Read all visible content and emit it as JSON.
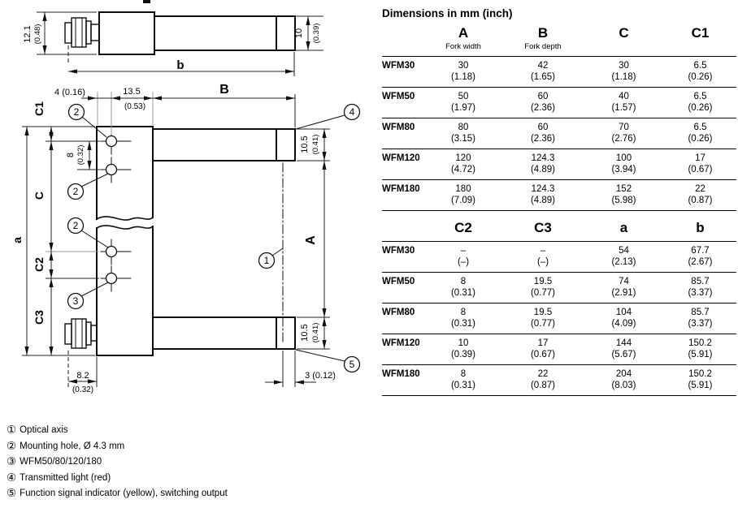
{
  "table": {
    "title": "Dimensions in mm (inch)",
    "sections": [
      {
        "headers": [
          {
            "label": "A",
            "sub": "Fork width"
          },
          {
            "label": "B",
            "sub": "Fork depth"
          },
          {
            "label": "C",
            "sub": ""
          },
          {
            "label": "C1",
            "sub": ""
          }
        ],
        "rows": [
          {
            "name": "WFM30",
            "v": [
              {
                "mm": "30",
                "in": "(1.18)"
              },
              {
                "mm": "42",
                "in": "(1.65)"
              },
              {
                "mm": "30",
                "in": "(1.18)"
              },
              {
                "mm": "6.5",
                "in": "(0.26)"
              }
            ]
          },
          {
            "name": "WFM50",
            "v": [
              {
                "mm": "50",
                "in": "(1.97)"
              },
              {
                "mm": "60",
                "in": "(2.36)"
              },
              {
                "mm": "40",
                "in": "(1.57)"
              },
              {
                "mm": "6.5",
                "in": "(0.26)"
              }
            ]
          },
          {
            "name": "WFM80",
            "v": [
              {
                "mm": "80",
                "in": "(3.15)"
              },
              {
                "mm": "60",
                "in": "(2.36)"
              },
              {
                "mm": "70",
                "in": "(2.76)"
              },
              {
                "mm": "6.5",
                "in": "(0.26)"
              }
            ]
          },
          {
            "name": "WFM120",
            "v": [
              {
                "mm": "120",
                "in": "(4.72)"
              },
              {
                "mm": "124.3",
                "in": "(4.89)"
              },
              {
                "mm": "100",
                "in": "(3.94)"
              },
              {
                "mm": "17",
                "in": "(0.67)"
              }
            ]
          },
          {
            "name": "WFM180",
            "v": [
              {
                "mm": "180",
                "in": "(7.09)"
              },
              {
                "mm": "124.3",
                "in": "(4.89)"
              },
              {
                "mm": "152",
                "in": "(5.98)"
              },
              {
                "mm": "22",
                "in": "(0.87)"
              }
            ]
          }
        ]
      },
      {
        "headers": [
          {
            "label": "C2",
            "sub": ""
          },
          {
            "label": "C3",
            "sub": ""
          },
          {
            "label": "a",
            "sub": ""
          },
          {
            "label": "b",
            "sub": ""
          }
        ],
        "rows": [
          {
            "name": "WFM30",
            "v": [
              {
                "mm": "–",
                "in": "(–)"
              },
              {
                "mm": "–",
                "in": "(–)"
              },
              {
                "mm": "54",
                "in": "(2.13)"
              },
              {
                "mm": "67.7",
                "in": "(2.67)"
              }
            ]
          },
          {
            "name": "WFM50",
            "v": [
              {
                "mm": "8",
                "in": "(0.31)"
              },
              {
                "mm": "19.5",
                "in": "(0.77)"
              },
              {
                "mm": "74",
                "in": "(2.91)"
              },
              {
                "mm": "85.7",
                "in": "(3.37)"
              }
            ]
          },
          {
            "name": "WFM80",
            "v": [
              {
                "mm": "8",
                "in": "(0.31)"
              },
              {
                "mm": "19.5",
                "in": "(0.77)"
              },
              {
                "mm": "104",
                "in": "(4.09)"
              },
              {
                "mm": "85.7",
                "in": "(3.37)"
              }
            ]
          },
          {
            "name": "WFM120",
            "v": [
              {
                "mm": "10",
                "in": "(0.39)"
              },
              {
                "mm": "17",
                "in": "(0.67)"
              },
              {
                "mm": "144",
                "in": "(5.67)"
              },
              {
                "mm": "150.2",
                "in": "(5.91)"
              }
            ]
          },
          {
            "name": "WFM180",
            "v": [
              {
                "mm": "8",
                "in": "(0.31)"
              },
              {
                "mm": "22",
                "in": "(0.87)"
              },
              {
                "mm": "204",
                "in": "(8.03)"
              },
              {
                "mm": "150.2",
                "in": "(5.91)"
              }
            ]
          }
        ]
      }
    ]
  },
  "drawing": {
    "side": {
      "h_mm": "12.1",
      "h_in": "(0.48)",
      "bar_mm": "10",
      "bar_in": "(0.39)",
      "len": "b"
    },
    "front": {
      "d4": "4 (0.16)",
      "d135": "13.5",
      "d135i": "(0.53)",
      "B": "B",
      "C1": "C1",
      "d8": "8",
      "d8i": "(0.32)",
      "C": "C",
      "a": "a",
      "C2": "C2",
      "C3": "C3",
      "d82": "8.2",
      "d82i": "(0.32)",
      "d105": "10.5",
      "d105i": "(0.41)",
      "A": "A",
      "d3": "3 (0.12)"
    },
    "callouts": {
      "c1": "1",
      "c2": "2",
      "c3": "3",
      "c4": "4",
      "c5": "5"
    }
  },
  "footnotes": [
    {
      "num": "①",
      "text": "Optical axis"
    },
    {
      "num": "②",
      "text": "Mounting hole, Ø 4.3 mm"
    },
    {
      "num": "③",
      "text": "WFM50/80/120/180"
    },
    {
      "num": "④",
      "text": "Transmitted light (red)"
    },
    {
      "num": "⑤",
      "text": "Function signal indicator (yellow), switching output"
    }
  ]
}
